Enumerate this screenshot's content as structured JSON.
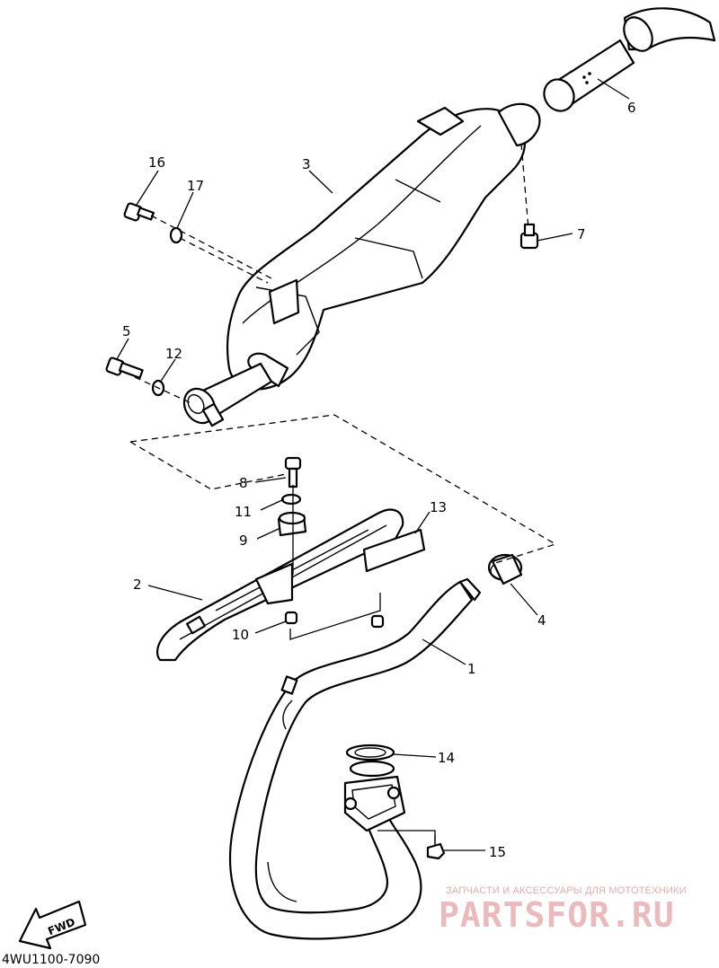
{
  "diagram": {
    "callouts": [
      {
        "id": "1",
        "label": "1"
      },
      {
        "id": "2",
        "label": "2"
      },
      {
        "id": "3",
        "label": "3"
      },
      {
        "id": "4",
        "label": "4"
      },
      {
        "id": "5",
        "label": "5"
      },
      {
        "id": "6",
        "label": "6"
      },
      {
        "id": "7",
        "label": "7"
      },
      {
        "id": "8",
        "label": "8"
      },
      {
        "id": "9",
        "label": "9"
      },
      {
        "id": "10",
        "label": "10"
      },
      {
        "id": "11",
        "label": "11"
      },
      {
        "id": "12",
        "label": "12"
      },
      {
        "id": "13",
        "label": "13"
      },
      {
        "id": "14",
        "label": "14"
      },
      {
        "id": "15",
        "label": "15"
      },
      {
        "id": "16",
        "label": "16"
      },
      {
        "id": "17",
        "label": "17"
      }
    ],
    "direction_label": "FWD",
    "drawing_code": "4WU1100-7090"
  },
  "watermark": {
    "tagline": "ЗАПЧАСТИ И АКСЕССУАРЫ ДЛЯ МОТОТЕХНИКИ",
    "brand": "PARTSFOR.RU",
    "color": "#e8aeb2"
  }
}
